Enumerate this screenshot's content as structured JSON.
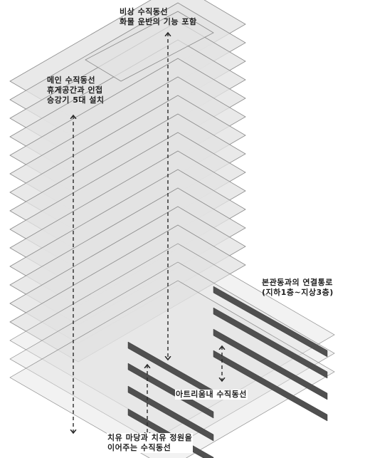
{
  "labels": {
    "emergency": {
      "line1": "비상 수직동선",
      "line2": "화물 운반의 기능 포함"
    },
    "main": {
      "line1": "메인 수직동선",
      "line2": "휴게공간과 인접",
      "line3": "승강기 5대 설치"
    },
    "link": {
      "line1": "본관동과의 연결통로",
      "line2": "(지하1층~지상3층)"
    },
    "atrium": {
      "line1": "아트리움내 수직동선"
    },
    "healing": {
      "line1": "치유 마당과 치유 정원을",
      "line2": "이어주는 수직동선"
    }
  },
  "colors": {
    "floor_fill": "#e3e3e3",
    "floor_stroke": "#8a8a8a",
    "bridge_fill": "#505050",
    "line": "#2a2a2a"
  },
  "icons": [
    "up-arrow-icon",
    "down-arrow-icon"
  ]
}
